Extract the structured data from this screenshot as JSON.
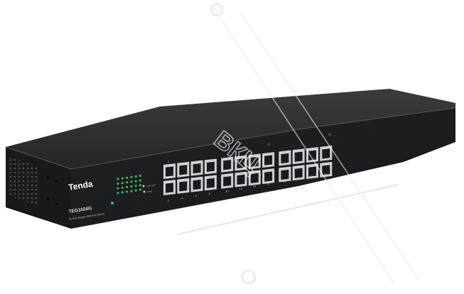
{
  "product": {
    "brand": "Tenda",
    "model": "TEG1024G",
    "description": "24-Port Gigabit Ethernet Switch"
  },
  "watermark": {
    "text": "ВКЦ"
  },
  "port_labels_top": [
    "1",
    "",
    "",
    "",
    "",
    "",
    "",
    "",
    "",
    "",
    "17",
    "",
    "",
    "",
    "",
    "",
    "23"
  ],
  "port_labels_bottom": [
    "2",
    "",
    "4",
    "",
    "6",
    "",
    "8",
    "",
    "10",
    "",
    "12",
    "",
    "14",
    "",
    "16",
    "",
    "18",
    "",
    "20",
    "",
    "22",
    "",
    "24"
  ],
  "led_legend": {
    "link": "LINK/ACT",
    "power": "PWR"
  },
  "colors": {
    "chassis_top": "#2e2f31",
    "chassis_front": "#1d1e20",
    "port_metal": "#cfd2d6",
    "led_green": "#3cc36a",
    "watermark": "#e3e3e3"
  }
}
